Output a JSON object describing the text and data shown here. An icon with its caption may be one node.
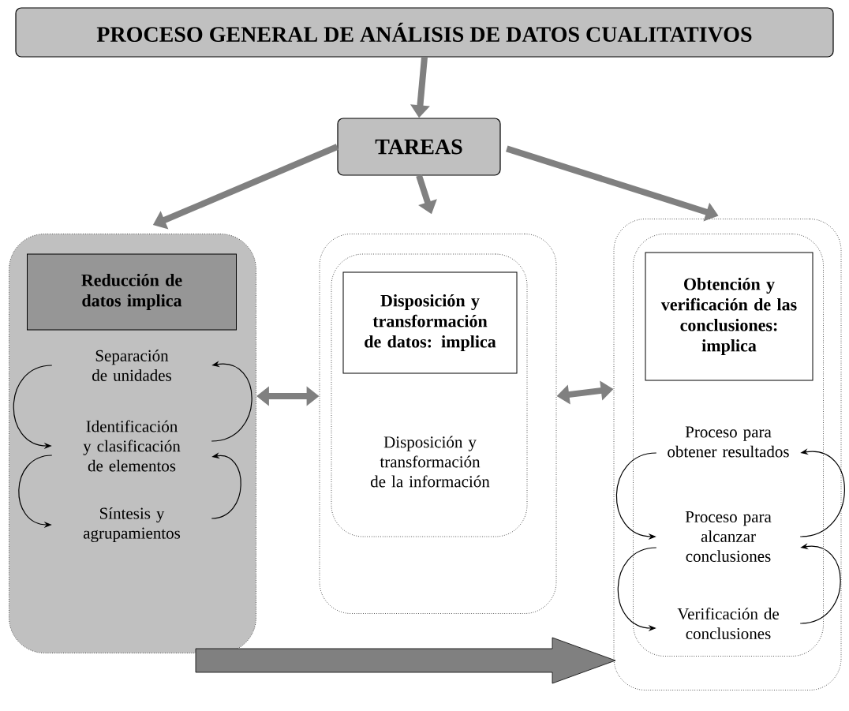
{
  "diagram": {
    "nodes": [
      {
        "text": [
          "PROCESO GENERAL DE ANÁLISIS DE DATOS CUALITATIVOS"
        ]
      },
      {
        "text": [
          "TAREAS"
        ]
      },
      {
        "text": [],
        "shape": "box"
      },
      {
        "text": [
          "Reducción de datos implica"
        ],
        "in": 2
      },
      {
        "text": [
          "Separación de unidades"
        ],
        "in": 2
      },
      {
        "text": [
          "Identificación y clasificación de elementos"
        ],
        "in": 2
      },
      {
        "text": [
          "Síntesis y agrupamientos"
        ],
        "in": 2
      },
      {
        "text": [],
        "shape": "box"
      },
      {
        "text": [],
        "shape": "box",
        "in": 7
      },
      {
        "text": [
          "Disposición y transformación de datos: implica"
        ],
        "in": 8
      },
      {
        "text": [
          "Disposición y transformación de la información"
        ],
        "in": 8
      },
      {
        "text": [],
        "shape": "box"
      },
      {
        "text": [],
        "shape": "box",
        "in": 11
      },
      {
        "text": [
          "Obtención y verificación de las conclusiones: implica"
        ],
        "in": 12
      },
      {
        "text": [
          "Proceso para obtener resultados"
        ],
        "in": 12
      },
      {
        "text": [
          "Proceso para alcanzar conclusiones"
        ],
        "in": 12
      },
      {
        "text": [
          "Verificación de conclusiones"
        ],
        "in": 12
      }
    ],
    "edges": [
      {
        "from": 0,
        "to": 1,
        "arrow": "to",
        "style": "thick",
        "color": "#808080"
      },
      {
        "from": 1,
        "to": 2,
        "arrow": "to",
        "style": "thick",
        "color": "#808080"
      },
      {
        "from": 1,
        "to": 7,
        "arrow": "to",
        "style": "thick",
        "color": "#808080"
      },
      {
        "from": 1,
        "to": 11,
        "arrow": "to",
        "style": "thick",
        "color": "#808080"
      },
      {
        "from": 2,
        "to": 7,
        "arrow": "both",
        "style": "thick",
        "color": "#808080"
      },
      {
        "from": 7,
        "to": 11,
        "arrow": "both",
        "style": "thick",
        "color": "#808080"
      },
      {
        "from": 4,
        "to": 5,
        "arrow": "to"
      },
      {
        "from": 5,
        "to": 4,
        "arrow": "to"
      },
      {
        "from": 5,
        "to": 6,
        "arrow": "to"
      },
      {
        "from": 6,
        "to": 5,
        "arrow": "to"
      },
      {
        "from": 14,
        "to": 15,
        "arrow": "to"
      },
      {
        "from": 15,
        "to": 14,
        "arrow": "to"
      },
      {
        "from": 15,
        "to": 16,
        "arrow": "to"
      },
      {
        "from": 16,
        "to": 15,
        "arrow": "to"
      }
    ]
  }
}
